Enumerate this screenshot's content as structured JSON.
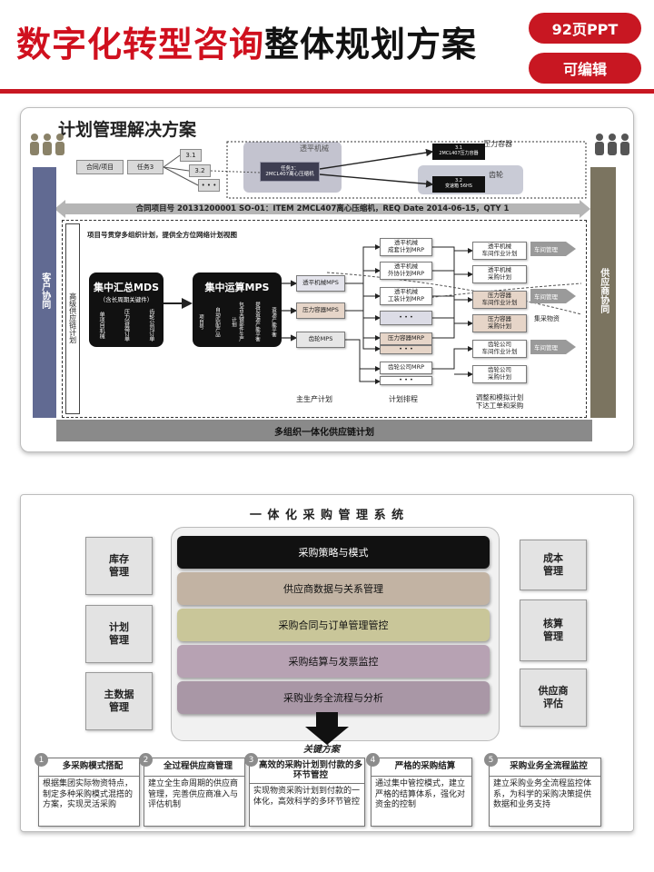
{
  "header": {
    "title_red": "数字化转型咨询",
    "title_black": "整体规划方案",
    "badge_pages": "92页PPT",
    "badge_edit": "可编辑"
  },
  "top": {
    "title": "计划管理解决方案",
    "contract_box": "合同/项目",
    "task3": "任务3",
    "n31": "3.1",
    "n32": "3.2",
    "dots": "• • •",
    "dark_inner": "任务3：\n2MCL407离心压缩机",
    "flat_label": "透平机械",
    "press_label": "压力容器",
    "gear_label": "齿轮",
    "b31": "3.1\n2MCL407压力容器",
    "b32": "3.2\n变速箱 56HS",
    "contract_line": "合同项目号 20131200001 SO-01：ITEM 2MCL407离心压缩机，REQ Date 2014-06-15，QTY 1",
    "customer": "客户协同",
    "supplier": "供应商协同",
    "project_note": "项目号贯穿多组织计划，提供全方位网络计划视图",
    "advanced": "高级供应链计划",
    "mds_title": "集中汇总MDS",
    "mds_sub": "（含长周期关键件）",
    "mds_cols": [
      "单项目机械",
      "压力容器订单",
      "齿轮公司订单"
    ],
    "mps_title": "集中运算MPS",
    "mps_cols": [
      "项目号",
      "自动匹配产品",
      "包含关键部件生产计划",
      "提供资源产能平衡",
      "资源产能平衡"
    ],
    "mps_flat": "透平机械MPS",
    "mps_press": "压力容器MPS",
    "mps_gear": "齿轮MPS",
    "mrp": [
      "透平机械\n成套计划MRP",
      "透平机械\n外协计划MRP",
      "透平机械\n工装计划MRP",
      "• • •",
      "压力容器MRP",
      "• • •",
      "齿轮公司MRP",
      "• • •"
    ],
    "sched": [
      "透平机械\n车间作业计划",
      "透平机械\n采购计划",
      "压力容器\n车间作业计划",
      "压力容器\n采购计划",
      "齿轮公司\n车间作业计划",
      "齿轮公司\n采购计划"
    ],
    "arrows": [
      "车间管理",
      "车间管理",
      "集采物资",
      "车间管理"
    ],
    "bottom_labels": [
      "主生产计划",
      "计划排程",
      "调整和模拟计划\n下达工单和采购"
    ],
    "multi_org": "多组织一体化供应链计划"
  },
  "bottom": {
    "title": "一 体 化 采 购 管 理 系 统",
    "bands": [
      "采购策略与模式",
      "供应商数据与关系管理",
      "采购合同与订单管理管控",
      "采购结算与发票监控",
      "采购业务全流程与分析"
    ],
    "left": [
      "库存\n管理",
      "计划\n管理",
      "主数据\n管理"
    ],
    "right": [
      "成本\n管理",
      "核算\n管理",
      "供应商\n评估"
    ],
    "key": "关键方案",
    "solutions": [
      {
        "n": "1",
        "t": "多采购模式搭配",
        "d": "根据集团实际物资特点，制定多种采购模式混搭的方案，实现灵活采购"
      },
      {
        "n": "2",
        "t": "全过程供应商管理",
        "d": "建立全生命周期的供应商管理，完善供应商准入与评估机制"
      },
      {
        "n": "3",
        "t": "高效的采购计划到付款的多环节管控",
        "d": "实现物资采购计划到付款的一体化，高效科学的多环节管控"
      },
      {
        "n": "4",
        "t": "严格的采购结算",
        "d": "通过集中管控模式，建立严格的结算体系，强化对资金的控制"
      },
      {
        "n": "5",
        "t": "采购业务全流程监控",
        "d": "建立采购业务全流程监控体系，为科学的采购决策提供数据和业务支持"
      }
    ]
  },
  "colors": {
    "red": "#c81722",
    "band1": "#111111",
    "band2": "#c2b3a3",
    "band3": "#c9c699",
    "band4": "#b7a2b3",
    "band5": "#a997a6"
  }
}
